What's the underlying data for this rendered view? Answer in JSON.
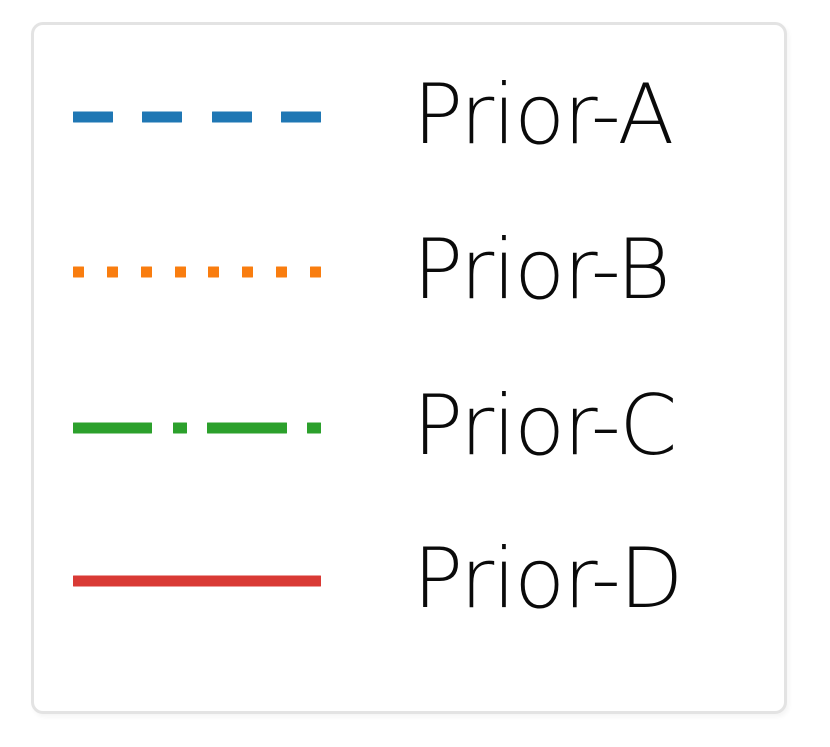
{
  "figure": {
    "kind": "matplotlib-legend",
    "background_color": "#ffffff",
    "frame_color": "#e3e3e3",
    "frame_rounded": true,
    "text_color": "#0a0a0a"
  },
  "chart_data": {
    "type": "line",
    "title": "",
    "subtitle": "",
    "xlabel": "",
    "ylabel": "",
    "grid": false,
    "legend_position": "standalone",
    "note": "Standalone legend key only - no plotted data points are visible in the image.",
    "series": [
      {
        "name": "Prior-A",
        "color": "#1f77b4",
        "linestyle": "dashed",
        "linestyle_code": "--",
        "dash_count": 4,
        "values": []
      },
      {
        "name": "Prior-B",
        "color": "#f97d0f",
        "linestyle": "dotted",
        "linestyle_code": ":",
        "dot_count": 8,
        "values": []
      },
      {
        "name": "Prior-C",
        "color": "#2ca02c",
        "linestyle": "dashdot",
        "linestyle_code": "-.",
        "dash_count": 2,
        "dot_count": 2,
        "values": []
      },
      {
        "name": "Prior-D",
        "color": "#d93a35",
        "linestyle": "solid",
        "linestyle_code": "-",
        "values": []
      }
    ]
  },
  "legend": {
    "entries": [
      {
        "label": "Prior-A",
        "color": "#1f77b4",
        "style": "dashed",
        "swatch_name": "dashed-line-swatch"
      },
      {
        "label": "Prior-B",
        "color": "#f97d0f",
        "style": "dotted",
        "swatch_name": "dotted-line-swatch"
      },
      {
        "label": "Prior-C",
        "color": "#2ca02c",
        "style": "dashdot",
        "swatch_name": "dash-dot-line-swatch"
      },
      {
        "label": "Prior-D",
        "color": "#d93a35",
        "style": "solid",
        "swatch_name": "solid-line-swatch"
      }
    ]
  }
}
